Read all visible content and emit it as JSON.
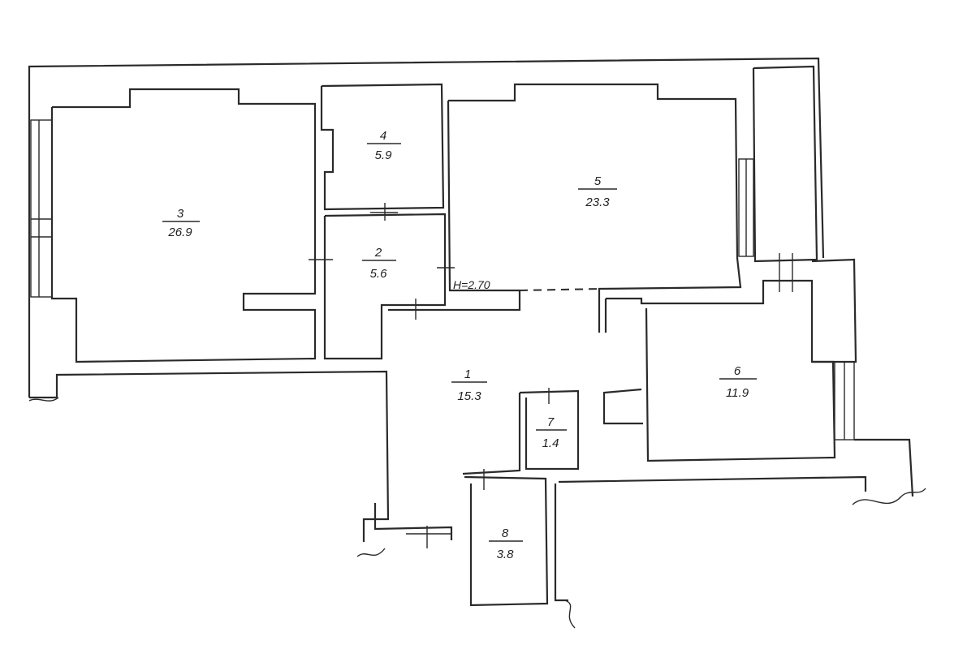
{
  "rooms": [
    {
      "number": "1",
      "area": "15.3"
    },
    {
      "number": "2",
      "area": "5.6"
    },
    {
      "number": "3",
      "area": "26.9"
    },
    {
      "number": "4",
      "area": "5.9"
    },
    {
      "number": "5",
      "area": "23.3"
    },
    {
      "number": "6",
      "area": "11.9"
    },
    {
      "number": "7",
      "area": "1.4"
    },
    {
      "number": "8",
      "area": "3.8"
    }
  ],
  "ceiling_height": "H=2.70"
}
